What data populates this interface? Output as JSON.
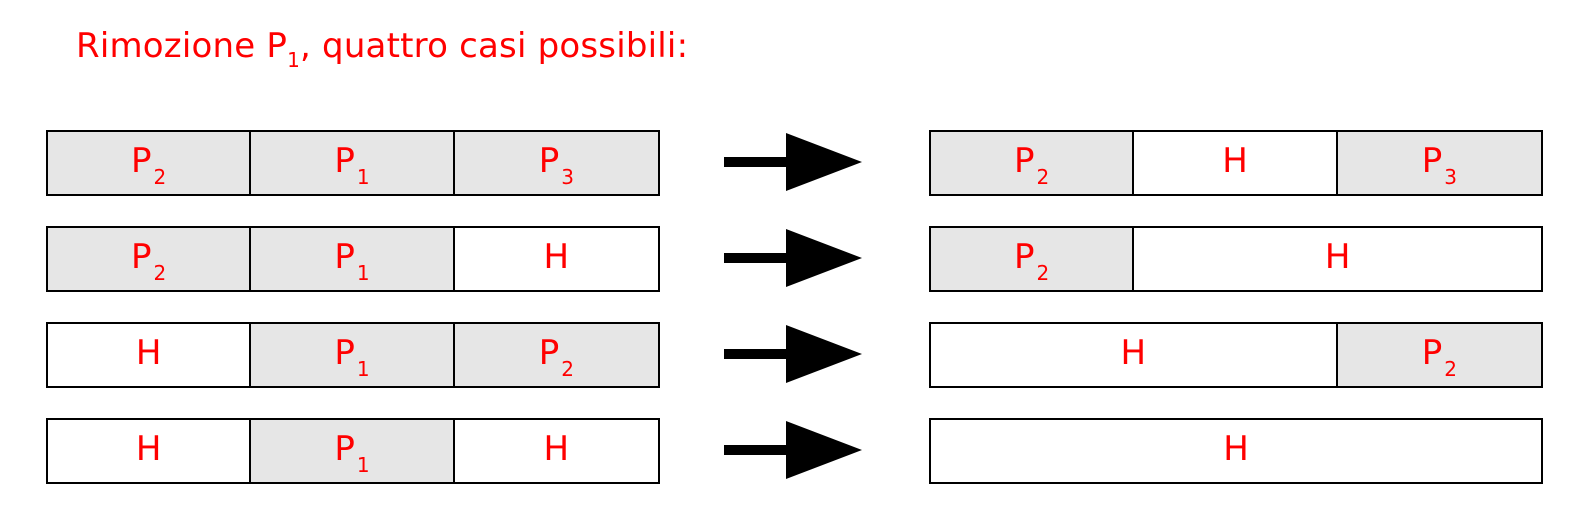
{
  "title": {
    "text": "Rimozione P",
    "sub": "1",
    "suffix": ", quattro casi possibili:"
  },
  "colors": {
    "text": "#ff0000",
    "process_fill": "#e6e6e6",
    "hole_fill": "#ffffff",
    "border": "#000000"
  },
  "cases": [
    {
      "before": [
        {
          "label": "P",
          "sub": "2",
          "kind": "proc",
          "span": 1
        },
        {
          "label": "P",
          "sub": "1",
          "kind": "proc",
          "span": 1
        },
        {
          "label": "P",
          "sub": "3",
          "kind": "proc",
          "span": 1
        }
      ],
      "after": [
        {
          "label": "P",
          "sub": "2",
          "kind": "proc",
          "span": 1
        },
        {
          "label": "H",
          "sub": "",
          "kind": "hole",
          "span": 1
        },
        {
          "label": "P",
          "sub": "3",
          "kind": "proc",
          "span": 1
        }
      ]
    },
    {
      "before": [
        {
          "label": "P",
          "sub": "2",
          "kind": "proc",
          "span": 1
        },
        {
          "label": "P",
          "sub": "1",
          "kind": "proc",
          "span": 1
        },
        {
          "label": "H",
          "sub": "",
          "kind": "hole",
          "span": 1
        }
      ],
      "after": [
        {
          "label": "P",
          "sub": "2",
          "kind": "proc",
          "span": 1
        },
        {
          "label": "H",
          "sub": "",
          "kind": "hole",
          "span": 2
        }
      ]
    },
    {
      "before": [
        {
          "label": "H",
          "sub": "",
          "kind": "hole",
          "span": 1
        },
        {
          "label": "P",
          "sub": "1",
          "kind": "proc",
          "span": 1
        },
        {
          "label": "P",
          "sub": "2",
          "kind": "proc",
          "span": 1
        }
      ],
      "after": [
        {
          "label": "H",
          "sub": "",
          "kind": "hole",
          "span": 2
        },
        {
          "label": "P",
          "sub": "2",
          "kind": "proc",
          "span": 1
        }
      ]
    },
    {
      "before": [
        {
          "label": "H",
          "sub": "",
          "kind": "hole",
          "span": 1
        },
        {
          "label": "P",
          "sub": "1",
          "kind": "proc",
          "span": 1
        },
        {
          "label": "H",
          "sub": "",
          "kind": "hole",
          "span": 1
        }
      ],
      "after": [
        {
          "label": "H",
          "sub": "",
          "kind": "hole",
          "span": 3
        }
      ]
    }
  ]
}
